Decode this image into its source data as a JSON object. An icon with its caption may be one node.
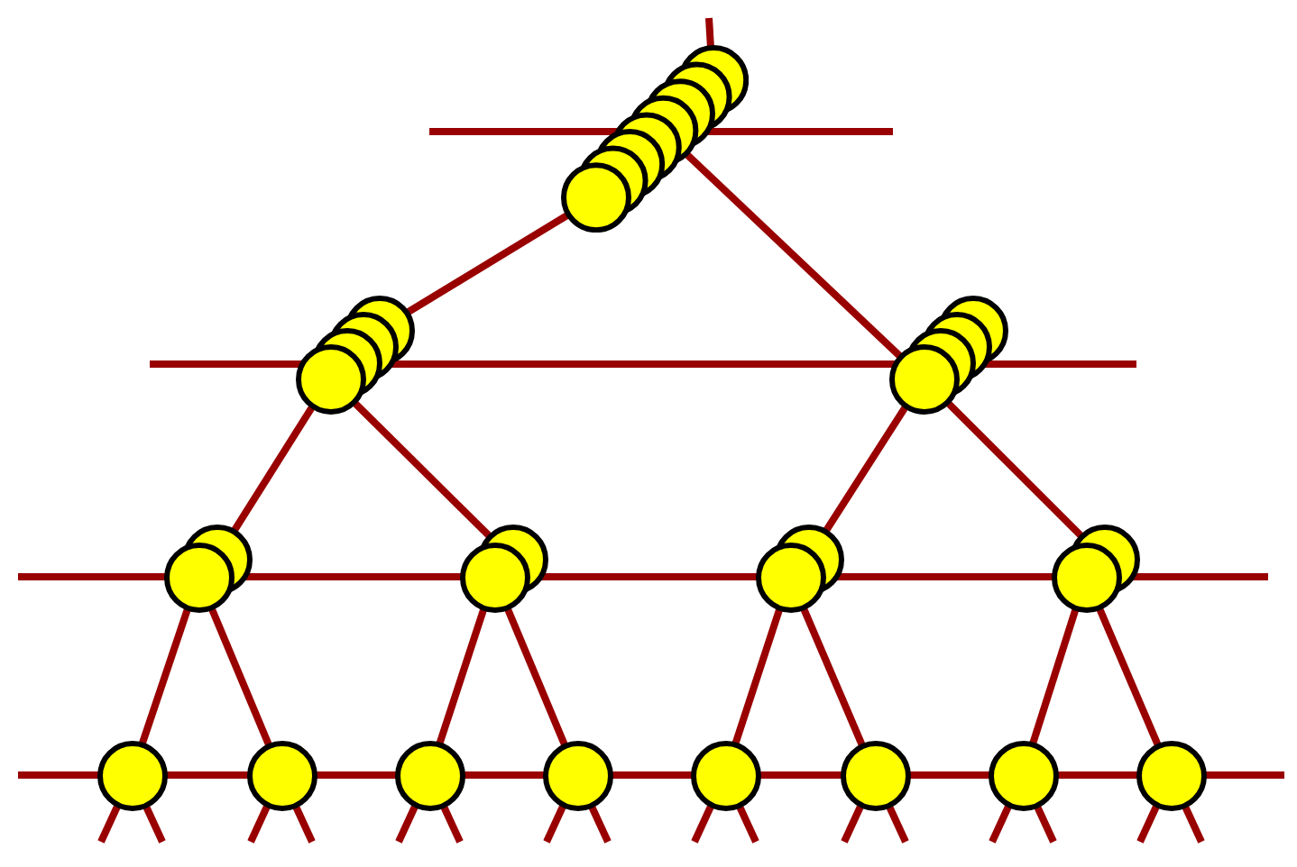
{
  "diagram": {
    "nodes": [
      {
        "text": [],
        "shape": "stack"
      },
      {
        "text": [],
        "shape": "stack"
      },
      {
        "text": [],
        "shape": "stack"
      },
      {
        "text": [],
        "shape": "stack"
      },
      {
        "text": [],
        "shape": "stack"
      },
      {
        "text": [],
        "shape": "stack"
      },
      {
        "text": [],
        "shape": "stack"
      },
      {
        "text": [],
        "shape": "circle"
      },
      {
        "text": [],
        "shape": "circle"
      },
      {
        "text": [],
        "shape": "circle"
      },
      {
        "text": [],
        "shape": "circle"
      },
      {
        "text": [],
        "shape": "circle"
      },
      {
        "text": [],
        "shape": "circle"
      },
      {
        "text": [],
        "shape": "circle"
      },
      {
        "text": [],
        "shape": "circle"
      }
    ],
    "edges": [
      {
        "from": 0,
        "to": null,
        "arrow": "none"
      },
      {
        "from": 0,
        "to": 1,
        "arrow": "none"
      },
      {
        "from": 0,
        "to": 2,
        "arrow": "none"
      },
      {
        "from": 1,
        "to": 3,
        "arrow": "none"
      },
      {
        "from": 1,
        "to": 4,
        "arrow": "none"
      },
      {
        "from": 2,
        "to": 5,
        "arrow": "none"
      },
      {
        "from": 2,
        "to": 6,
        "arrow": "none"
      },
      {
        "from": 3,
        "to": 7,
        "arrow": "none"
      },
      {
        "from": 3,
        "to": 8,
        "arrow": "none"
      },
      {
        "from": 4,
        "to": 9,
        "arrow": "none"
      },
      {
        "from": 4,
        "to": 10,
        "arrow": "none"
      },
      {
        "from": 5,
        "to": 11,
        "arrow": "none"
      },
      {
        "from": 5,
        "to": 12,
        "arrow": "none"
      },
      {
        "from": 6,
        "to": 13,
        "arrow": "none"
      },
      {
        "from": 6,
        "to": 14,
        "arrow": "none"
      },
      {
        "from": 7,
        "to": null,
        "arrow": "none"
      },
      {
        "from": 7,
        "to": null,
        "arrow": "none"
      },
      {
        "from": 8,
        "to": null,
        "arrow": "none"
      },
      {
        "from": 8,
        "to": null,
        "arrow": "none"
      },
      {
        "from": 9,
        "to": null,
        "arrow": "none"
      },
      {
        "from": 9,
        "to": null,
        "arrow": "none"
      },
      {
        "from": 10,
        "to": null,
        "arrow": "none"
      },
      {
        "from": 10,
        "to": null,
        "arrow": "none"
      },
      {
        "from": 11,
        "to": null,
        "arrow": "none"
      },
      {
        "from": 11,
        "to": null,
        "arrow": "none"
      },
      {
        "from": 12,
        "to": null,
        "arrow": "none"
      },
      {
        "from": 12,
        "to": null,
        "arrow": "none"
      },
      {
        "from": 13,
        "to": null,
        "arrow": "none"
      },
      {
        "from": 13,
        "to": null,
        "arrow": "none"
      },
      {
        "from": 14,
        "to": null,
        "arrow": "none"
      },
      {
        "from": 14,
        "to": null,
        "arrow": "none"
      }
    ]
  }
}
